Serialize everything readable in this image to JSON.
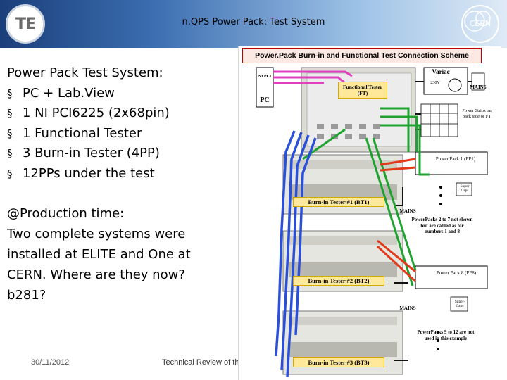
{
  "header": {
    "logo_text": "TE",
    "title": "n.QPS Power Pack: Test System",
    "right_logo": "CERN"
  },
  "left": {
    "heading": "Power Pack Test System:",
    "bullets": [
      "PC + Lab.View",
      "1 NI PCI6225 (2x68pin)",
      "1 Functional Tester",
      "3 Burn-in Tester (4PP)",
      "12PPs under the test"
    ],
    "bullet_symbol": "§",
    "para_line1": "@Production time:",
    "para_lines": [
      "Two complete systems were",
      "installed at ELITE and One at",
      "CERN. Where are they now?",
      "b281?"
    ]
  },
  "footer": {
    "date": "30/11/2012",
    "title": "Technical Review of th"
  },
  "diagram": {
    "title": "Power.Pack Burn-in and Functional Test Connection Scheme",
    "pc_label": "PC",
    "ni_label": "NI PCI",
    "ft_label": "Functional Tester (FT)",
    "variac_label": "Variac",
    "variac_sub": "230V",
    "mains_labels": [
      "MAINS",
      "MAINS",
      "MAINS"
    ],
    "power_strips_label": "Power Strips on back side of FT",
    "pp1_label": "Power Pack 1 (PP1)",
    "pp8_label": "Power Pack 8 (PP8)",
    "super_caps_labels": [
      "Super Caps",
      "Super-Caps"
    ],
    "note_2_7": "PowerPacks 2 to 7 not shown but are cabled as for numbers 1 and 8",
    "note_9_12": "PowerPacks 9 to 12 are not used in this example",
    "burnin_labels": [
      "Burn-in Tester #1 (BT1)",
      "Burn-in Tester #2 (BT2)",
      "Burn-in Tester #3 (BT3)"
    ],
    "colors": {
      "pink": "#e040c0",
      "green": "#1fa330",
      "blue": "#2a4fd8",
      "red": "#e03a1a",
      "black": "#111111",
      "title_border": "#c00000"
    }
  }
}
